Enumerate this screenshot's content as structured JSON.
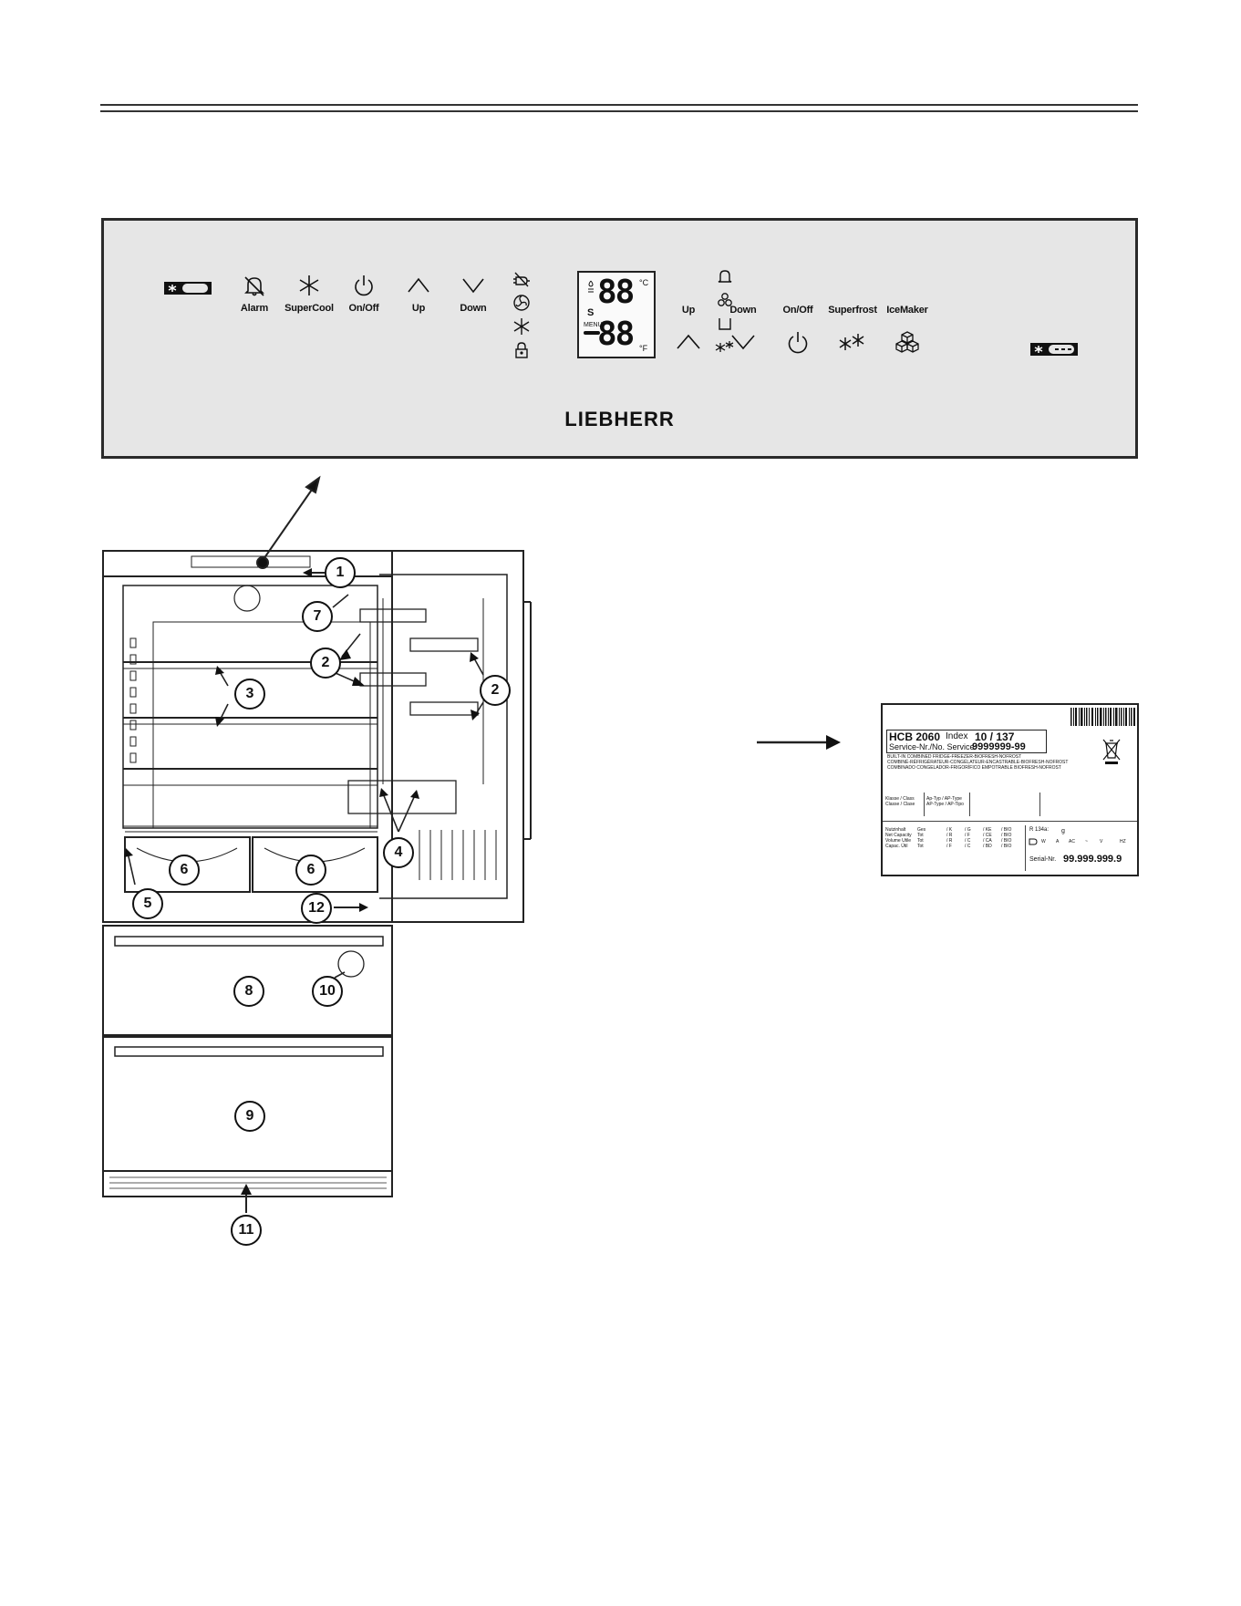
{
  "panel": {
    "left_controls": [
      {
        "label": "Alarm",
        "icon": "bell-off-icon"
      },
      {
        "label": "SuperCool",
        "icon": "asterisk-icon"
      },
      {
        "label": "On/Off",
        "icon": "power-icon"
      },
      {
        "label": "Up",
        "icon": "chevron-up-icon"
      },
      {
        "label": "Down",
        "icon": "chevron-down-icon"
      }
    ],
    "right_controls": [
      {
        "label": "Up",
        "icon": "chevron-up-icon"
      },
      {
        "label": "Down",
        "icon": "chevron-down-icon"
      },
      {
        "label": "On/Off",
        "icon": "power-icon"
      },
      {
        "label": "Superfrost",
        "icon": "superfrost-icon"
      },
      {
        "label": "IceMaker",
        "icon": "ice-cubes-icon"
      }
    ],
    "display": {
      "top_digits": "88",
      "bottom_digits": "88",
      "unit_c": "°C",
      "unit_f": "°F",
      "s_label": "S",
      "menu_label": "MENU"
    },
    "brand": "LIEBHERR"
  },
  "callouts": [
    "1",
    "2",
    "2",
    "3",
    "4",
    "5",
    "6",
    "6",
    "7",
    "8",
    "9",
    "10",
    "11",
    "12"
  ],
  "plate": {
    "model": "HCB 2060",
    "index_label": "Index",
    "index_value": "10 / 137",
    "service_label": "Service-Nr./No. Service:",
    "service_value": "9999999-99",
    "desc_lines": [
      "BUILT-IN COMBINED FRIDGE-FREEZER-BIOFRESH-NOFROST",
      "COMBINÉ-RÉFRIGÉRATEUR-CONGÉLATEUR-ENCASTRABLE-BIOFRESH-NOFROST",
      "COMBINADO CONGELADOR-FRIGORÍFICO EMPOTRABLE BIOFRESH-NOFROST"
    ],
    "class_lines": [
      "Klasse / Class",
      "Classe / Clase"
    ],
    "type_lines": [
      "Ap-Typ / AP-Type",
      "AP-Type / AP-Tipo"
    ],
    "capacity_labels": [
      "Nutzinhalt",
      "Net Capacity",
      "Volume Utile",
      "Capac. Útil"
    ],
    "capacity_rows": [
      [
        "Ges",
        "/ K",
        "/ G",
        "/ KE",
        "/ BIO"
      ],
      [
        "Tot",
        "/ R",
        "/ F",
        "/ CE",
        "/ BIO"
      ],
      [
        "Tot",
        "/ R",
        "/ C",
        "/ CA",
        "/ BIO"
      ],
      [
        "Tot",
        "/ F",
        "/ C",
        "/ BD",
        "/ BIO"
      ]
    ],
    "refrigerant_label": "R 134a:",
    "refrigerant_unit": "g",
    "power_row": [
      "W",
      "A",
      "AC",
      "~",
      "V",
      "HZ"
    ],
    "serial_label": "Serial-Nr.",
    "serial_value": "99.999.999.9"
  }
}
